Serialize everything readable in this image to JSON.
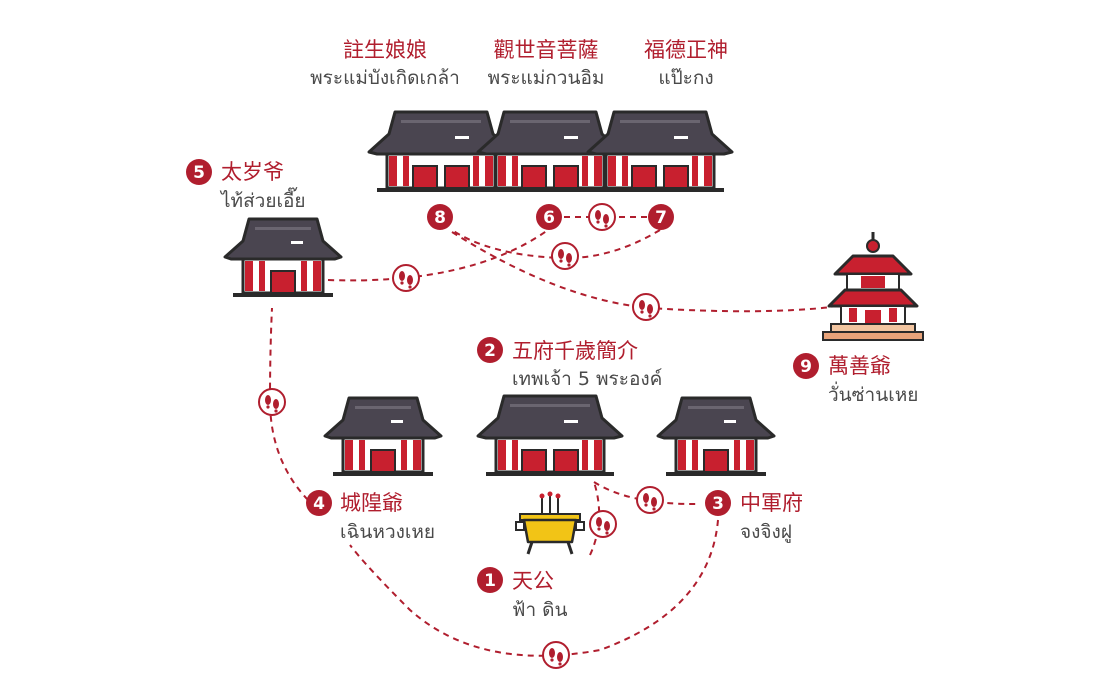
{
  "stops": [
    {
      "num": "1",
      "cn": "天公",
      "th": "ฟ้า ดิน"
    },
    {
      "num": "2",
      "cn": "五府千歲簡介",
      "th": "เทพเจ้า 5 พระองค์"
    },
    {
      "num": "3",
      "cn": "中軍府",
      "th": "จงจิงฝู"
    },
    {
      "num": "4",
      "cn": "城隍爺",
      "th": "เฉินหวงเหย"
    },
    {
      "num": "5",
      "cn": "太岁爷",
      "th": "ไท้ส่วยเอี๊ย"
    },
    {
      "num": "6",
      "cn": "觀世音菩薩",
      "th": "พระแม่กวนอิม"
    },
    {
      "num": "7",
      "cn": "福德正神",
      "th": "แป๊ะกง"
    },
    {
      "num": "8",
      "cn": "註生娘娘",
      "th": "พระแม่บังเกิดเกล้า"
    },
    {
      "num": "9",
      "cn": "萬善爺",
      "th": "วั่นซ่านเหย"
    }
  ],
  "colors": {
    "accent": "#b01e2e",
    "roof": "#4a4550",
    "pillar": "#c8202f",
    "outline": "#2a2a2a",
    "incense_burner": "#f2c416"
  },
  "icons": [
    "temple-icon",
    "pagoda-icon",
    "incense-burner-icon",
    "footprints-icon"
  ]
}
